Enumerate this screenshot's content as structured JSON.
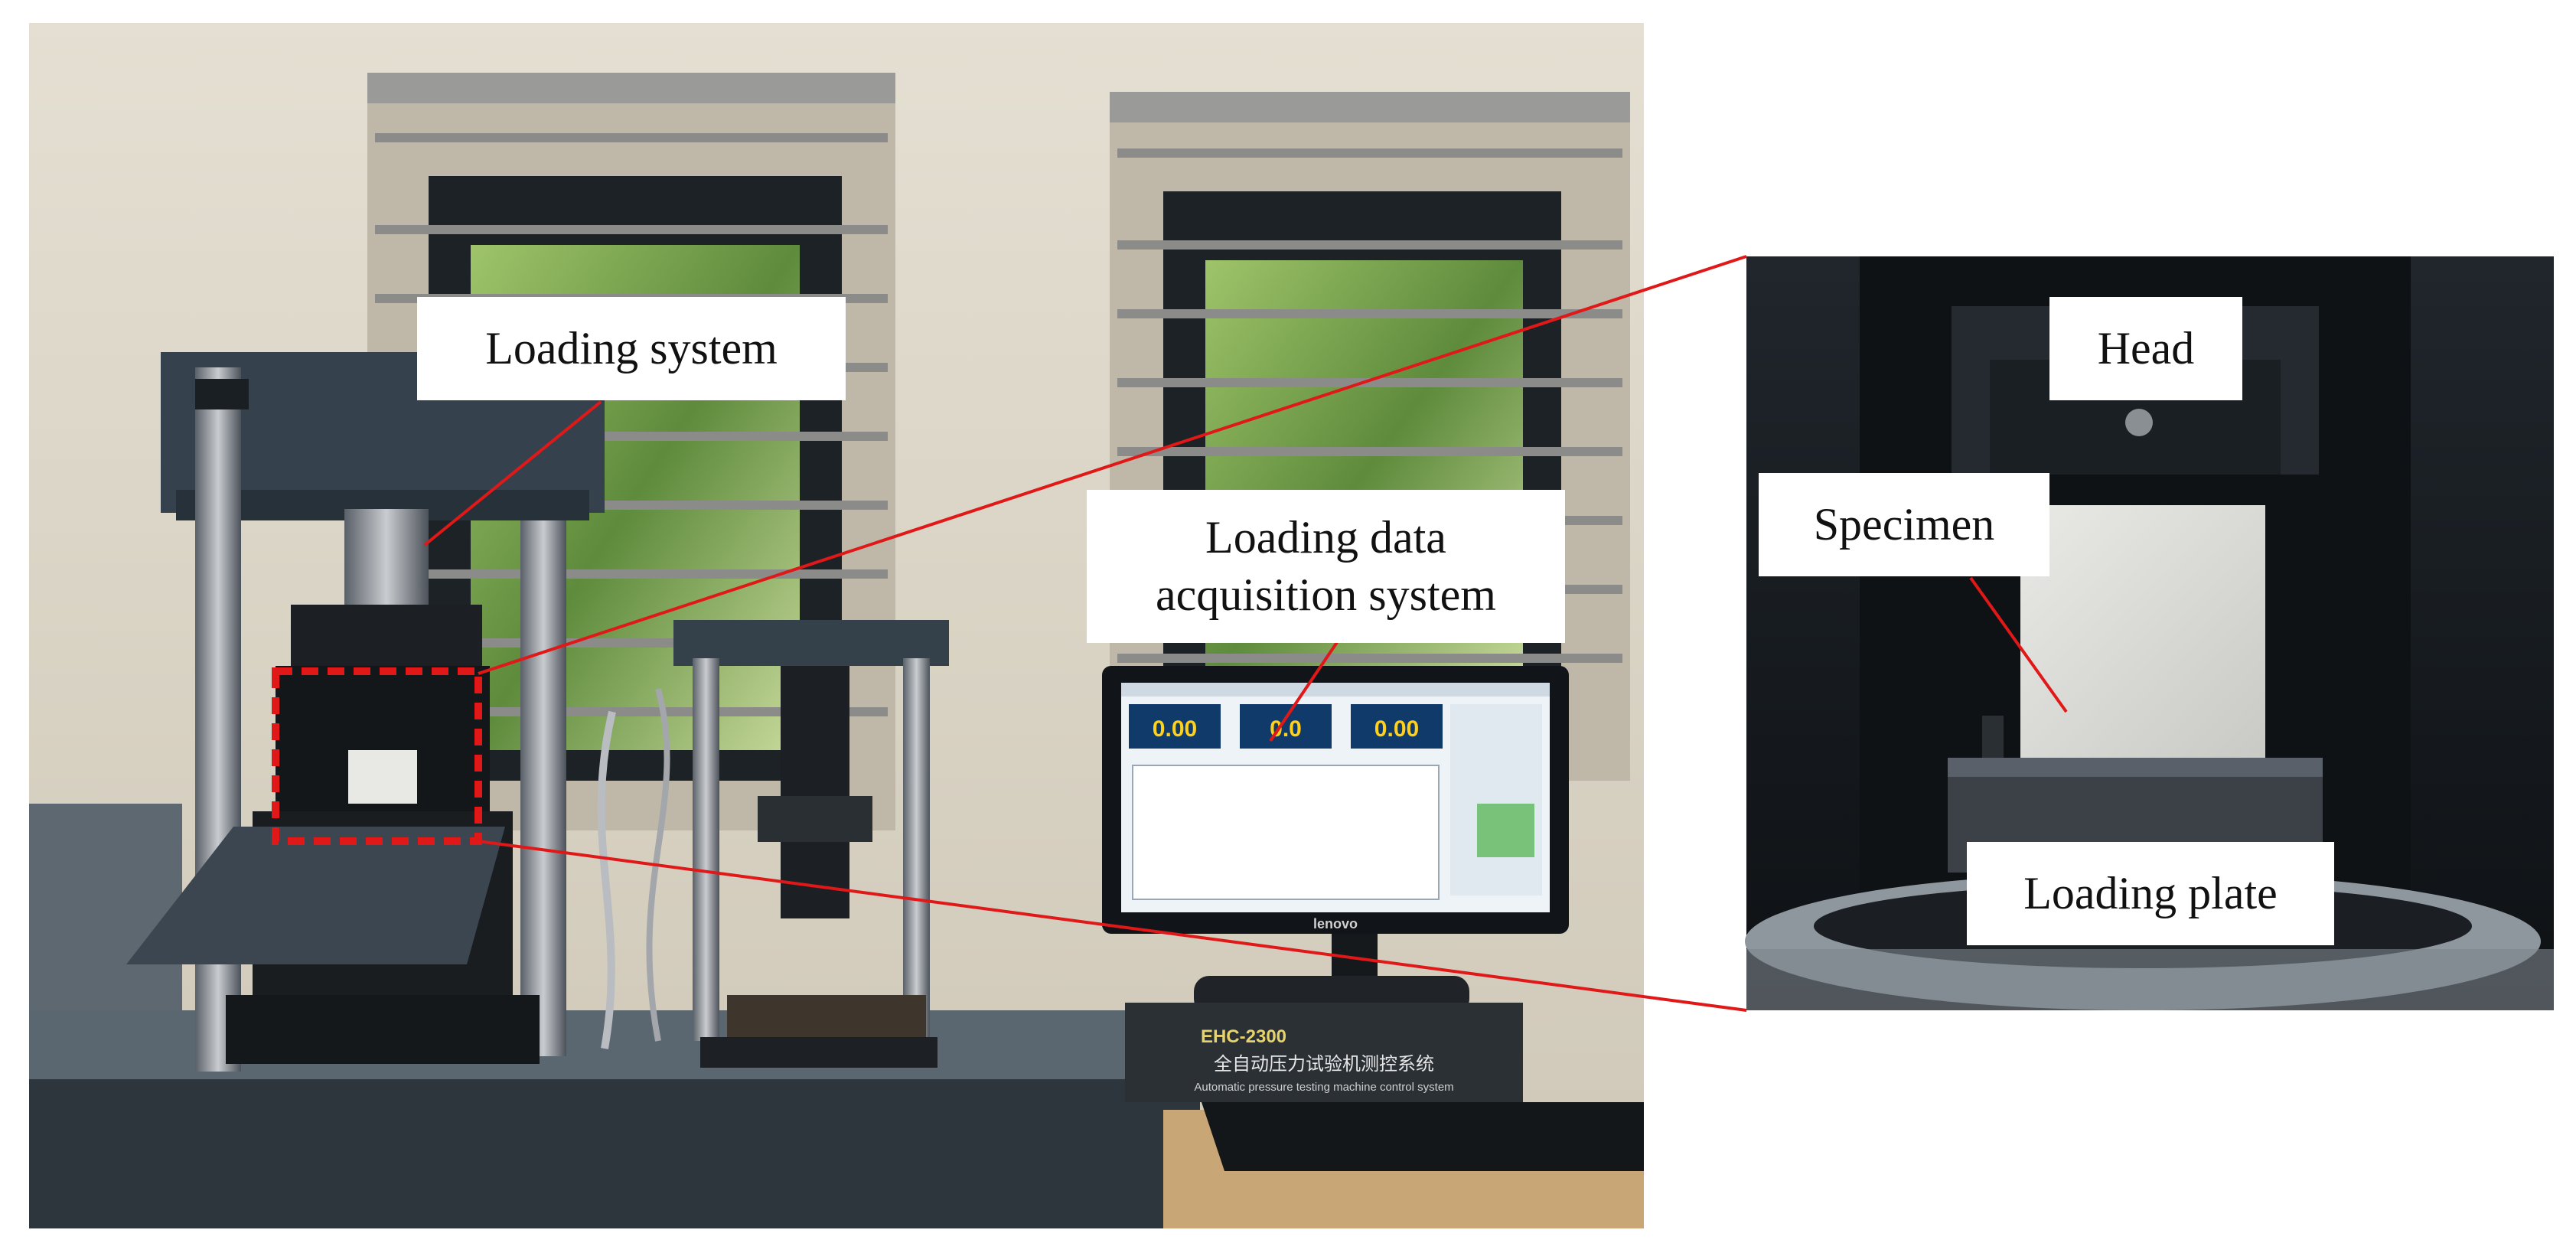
{
  "labels": {
    "loading_system": "Loading system",
    "data_system_line1": "Loading data",
    "data_system_line2": "acquisition system",
    "head": "Head",
    "specimen": "Specimen",
    "loading_plate": "Loading plate"
  },
  "monitor": {
    "readout_1": "0.00",
    "readout_2": "0.0",
    "readout_3": "0.00",
    "brand": "lenovo"
  },
  "controller": {
    "model": "EHC-2300",
    "subtitle_cn": "全自动压力试验机测控系统",
    "subtitle_en": "Automatic pressure testing machine control system"
  },
  "colors": {
    "callout_line": "#e01818",
    "label_bg": "#ffffff",
    "wall": "#d9d3c4",
    "machine": "#2f3a44",
    "screen": "#eef3f8"
  }
}
